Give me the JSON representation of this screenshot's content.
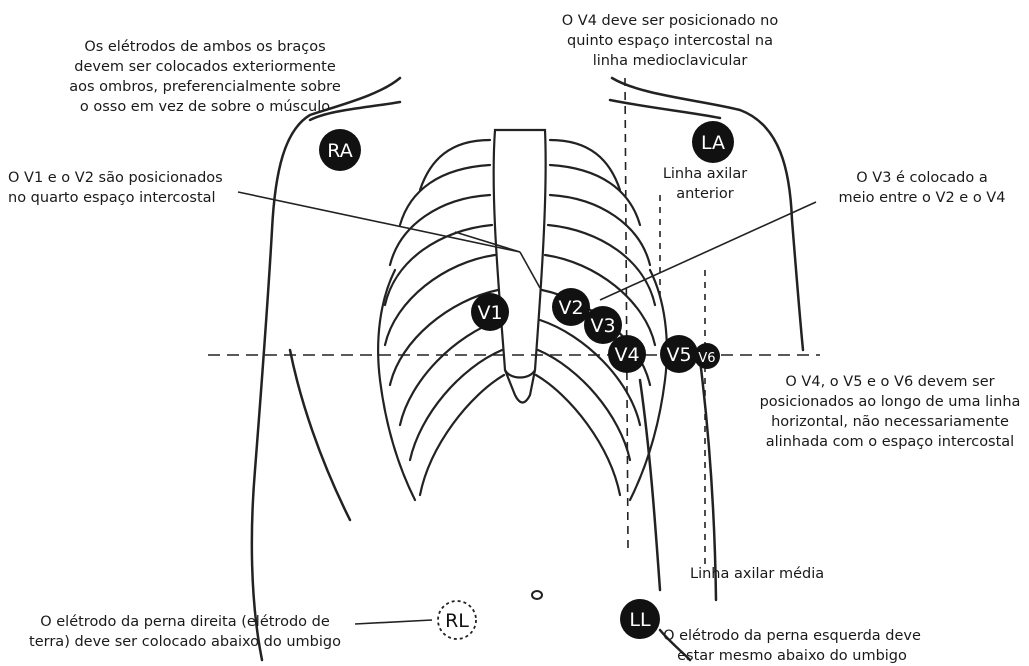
{
  "annotations": {
    "arms": [
      "Os elétrodos de ambos os braços",
      "devem ser colocados exteriormente",
      "aos ombros, preferencialmente sobre",
      "o osso em vez de sobre o músculo"
    ],
    "v4_position": [
      "O V4 deve ser posicionado no",
      "quinto espaço intercostal na",
      "linha medioclavicular"
    ],
    "v1_v2": [
      "O V1 e o V2 são posicionados",
      "no quarto espaço intercostal"
    ],
    "v3": [
      "O V3 é colocado a",
      "meio entre o V2 e o V4"
    ],
    "anterior_axillary": [
      "Linha axilar",
      "anterior"
    ],
    "v4_v5_v6": [
      "O V4, o V5 e o V6 devem ser",
      "posicionados ao longo de uma linha",
      "horizontal, não necessariamente",
      "alinhada com o espaço intercostal"
    ],
    "mid_axillary": "Linha axilar média",
    "right_leg": [
      "O elétrodo da perna direita (elétrodo de",
      "terra) deve ser colocado abaixo do umbigo"
    ],
    "left_leg": [
      "O elétrodo da perna esquerda deve",
      "estar mesmo abaixo do umbigo"
    ]
  },
  "electrodes": {
    "ra": "RA",
    "la": "LA",
    "v1": "V1",
    "v2": "V2",
    "v3": "V3",
    "v4": "V4",
    "v5": "V5",
    "v6": "V6",
    "rl": "RL",
    "ll": "LL"
  },
  "colors": {
    "electrode_fill": "#111111",
    "line": "#222222",
    "text": "#1a1a1a"
  }
}
